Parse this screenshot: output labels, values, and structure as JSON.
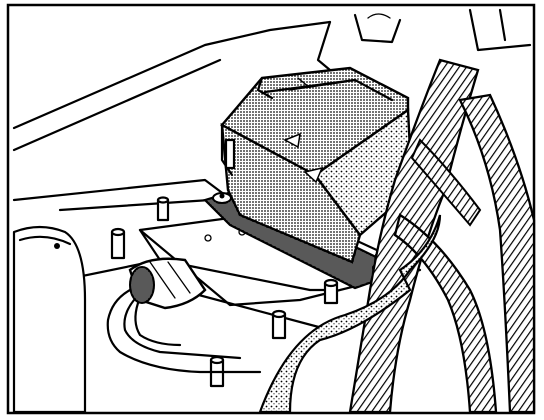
{
  "figure": {
    "description_hidden": "",
    "colors": {
      "ink": "#000000",
      "paper": "#ffffff"
    },
    "parts": [
      "control-module",
      "mounting-bracket",
      "wiring-harness",
      "connector-plug",
      "mounting-studs",
      "floor-panel",
      "tunnel-cover",
      "seat-frame"
    ]
  }
}
